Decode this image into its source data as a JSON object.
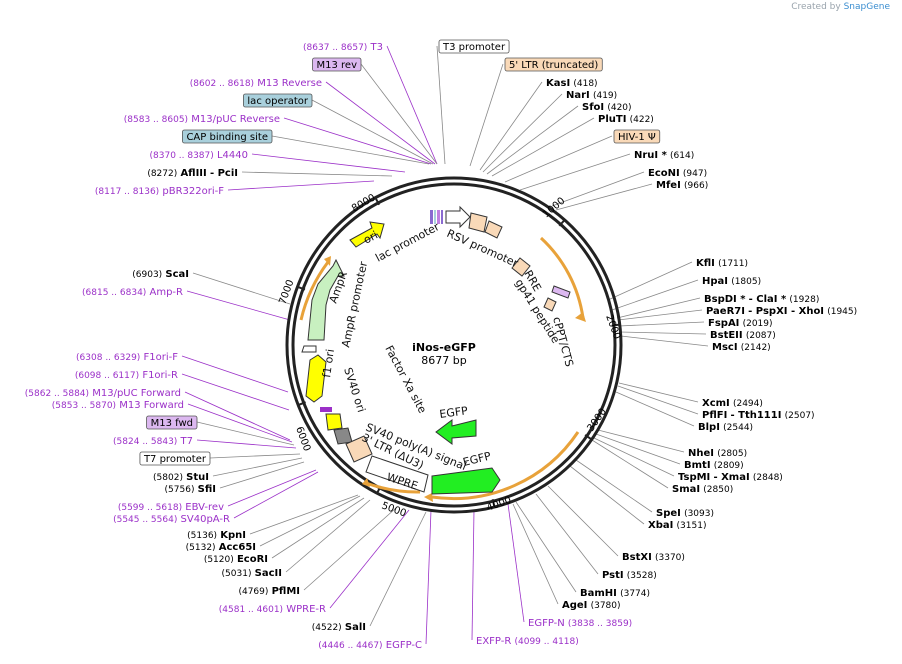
{
  "credit": {
    "prefix": "Created by",
    "brand": "SnapGene"
  },
  "map": {
    "name": "iNos-eGFP",
    "size_label": "8677 bp",
    "total_bp": 8677
  },
  "ticks": [
    "1000",
    "2000",
    "3000",
    "4000",
    "5000",
    "6000",
    "7000",
    "8000"
  ],
  "colors": {
    "primer": "#9b30c8",
    "enzyme": "#000000",
    "feature_orange": "#f9d9b8",
    "promoter": "#ffffff",
    "yellow": "#ffff00",
    "green": "#22ee22",
    "gold": "#e8a23a",
    "lightgreen": "#c8f0c0",
    "purple_box": "#dcb8f0",
    "blue_box": "#a9d0dc",
    "gray": "#888888"
  },
  "labels": [
    {
      "key": "T3",
      "name": "T3",
      "range": "(8637 .. 8657)",
      "type": "primer",
      "side": "right"
    },
    {
      "key": "M13rev",
      "name": "M13 rev",
      "type": "box-purple",
      "side": "right"
    },
    {
      "key": "M13Reverse",
      "name": "M13 Reverse",
      "range": "(8602 .. 8618)",
      "type": "primer",
      "side": "right"
    },
    {
      "key": "lacop",
      "name": "lac operator",
      "type": "box-blue",
      "side": "right"
    },
    {
      "key": "M13pUCRev",
      "name": "M13/pUC Reverse",
      "range": "(8583 .. 8605)",
      "type": "primer",
      "side": "right"
    },
    {
      "key": "CAP",
      "name": "CAP binding site",
      "type": "box-blue",
      "side": "right"
    },
    {
      "key": "L4440",
      "name": "L4440",
      "range": "(8370 .. 8387)",
      "type": "primer",
      "side": "right"
    },
    {
      "key": "AflIII",
      "name": "AflIII",
      "extra": "- PciI",
      "range": "(8272)",
      "type": "enzyme",
      "side": "right"
    },
    {
      "key": "pBR322",
      "name": "pBR322ori-F",
      "range": "(8117 .. 8136)",
      "type": "primer",
      "side": "right"
    },
    {
      "key": "T3prom",
      "name": "T3 promoter",
      "type": "box-white",
      "side": "left"
    },
    {
      "key": "LTR5",
      "name": "5' LTR (truncated)",
      "type": "box-orange",
      "side": "left"
    },
    {
      "key": "KasI",
      "name": "KasI",
      "range": "(418)",
      "type": "enzyme",
      "side": "left"
    },
    {
      "key": "NarI",
      "name": "NarI",
      "range": "(419)",
      "type": "enzyme",
      "side": "left"
    },
    {
      "key": "SfoI",
      "name": "SfoI",
      "range": "(420)",
      "type": "enzyme",
      "side": "left"
    },
    {
      "key": "PluTI",
      "name": "PluTI",
      "range": "(422)",
      "type": "enzyme",
      "side": "left"
    },
    {
      "key": "HIV",
      "name": "HIV-1 Ψ",
      "type": "box-orange",
      "side": "left"
    },
    {
      "key": "NruI",
      "name": "NruI *",
      "range": "(614)",
      "type": "enzyme",
      "side": "left"
    },
    {
      "key": "EcoNI",
      "name": "EcoNI",
      "range": "(947)",
      "type": "enzyme",
      "side": "left"
    },
    {
      "key": "MfeI",
      "name": "MfeI",
      "range": "(966)",
      "type": "enzyme",
      "side": "left"
    },
    {
      "key": "KflI",
      "name": "KflI",
      "range": "(1711)",
      "type": "enzyme",
      "side": "left"
    },
    {
      "key": "HpaI",
      "name": "HpaI",
      "range": "(1805)",
      "type": "enzyme",
      "side": "left"
    },
    {
      "key": "BspDI",
      "name": "BspDI *",
      "extra": "- ClaI *",
      "range": "(1928)",
      "type": "enzyme",
      "side": "left"
    },
    {
      "key": "PaeR7I",
      "name": "PaeR7I",
      "extra": "- PspXI   - XhoI",
      "range": "(1945)",
      "type": "enzyme",
      "side": "left"
    },
    {
      "key": "FspAI",
      "name": "FspAI",
      "range": "(2019)",
      "type": "enzyme",
      "side": "left"
    },
    {
      "key": "BstEII",
      "name": "BstEII",
      "range": "(2087)",
      "type": "enzyme",
      "side": "left"
    },
    {
      "key": "MscI",
      "name": "MscI",
      "range": "(2142)",
      "type": "enzyme",
      "side": "left"
    },
    {
      "key": "XcmI",
      "name": "XcmI",
      "range": "(2494)",
      "type": "enzyme",
      "side": "left"
    },
    {
      "key": "PflFI",
      "name": "PflFI",
      "extra": "- Tth111I",
      "range": "(2507)",
      "type": "enzyme",
      "side": "left"
    },
    {
      "key": "BlpI",
      "name": "BlpI",
      "range": "(2544)",
      "type": "enzyme",
      "side": "left"
    },
    {
      "key": "NheI",
      "name": "NheI",
      "range": "(2805)",
      "type": "enzyme",
      "side": "left"
    },
    {
      "key": "BmtI",
      "name": "BmtI",
      "range": "(2809)",
      "type": "enzyme",
      "side": "left"
    },
    {
      "key": "TspMI",
      "name": "TspMI",
      "extra": "- XmaI",
      "range": "(2848)",
      "type": "enzyme",
      "side": "left"
    },
    {
      "key": "SmaI",
      "name": "SmaI",
      "range": "(2850)",
      "type": "enzyme",
      "side": "left"
    },
    {
      "key": "SpeI",
      "name": "SpeI",
      "range": "(3093)",
      "type": "enzyme",
      "side": "left"
    },
    {
      "key": "XbaI",
      "name": "XbaI",
      "range": "(3151)",
      "type": "enzyme",
      "side": "left"
    },
    {
      "key": "BstXI",
      "name": "BstXI",
      "range": "(3370)",
      "type": "enzyme",
      "side": "left"
    },
    {
      "key": "PstI",
      "name": "PstI",
      "range": "(3528)",
      "type": "enzyme",
      "side": "left"
    },
    {
      "key": "BamHI",
      "name": "BamHI",
      "range": "(3774)",
      "type": "enzyme",
      "side": "left"
    },
    {
      "key": "AgeI",
      "name": "AgeI",
      "range": "(3780)",
      "type": "enzyme",
      "side": "left"
    },
    {
      "key": "EGFPN",
      "name": "EGFP-N",
      "range": "(3838 .. 3859)",
      "type": "primer",
      "side": "left"
    },
    {
      "key": "EXFPR",
      "name": "EXFP-R",
      "range": "(4099 .. 4118)",
      "type": "primer",
      "side": "left"
    },
    {
      "key": "EGFPC",
      "name": "EGFP-C",
      "range": "(4446 .. 4467)",
      "type": "primer",
      "side": "right"
    },
    {
      "key": "SalI",
      "name": "SalI",
      "range": "(4522)",
      "type": "enzyme",
      "side": "right"
    },
    {
      "key": "WPRER",
      "name": "WPRE-R",
      "range": "(4581 .. 4601)",
      "type": "primer",
      "side": "right"
    },
    {
      "key": "PflMI",
      "name": "PflMI",
      "range": "(4769)",
      "type": "enzyme",
      "side": "right"
    },
    {
      "key": "SacII",
      "name": "SacII",
      "range": "(5031)",
      "type": "enzyme",
      "side": "right"
    },
    {
      "key": "EcoRI",
      "name": "EcoRI",
      "range": "(5120)",
      "type": "enzyme",
      "side": "right"
    },
    {
      "key": "Acc65I",
      "name": "Acc65I",
      "range": "(5132)",
      "type": "enzyme",
      "side": "right"
    },
    {
      "key": "KpnI",
      "name": "KpnI",
      "range": "(5136)",
      "type": "enzyme",
      "side": "right"
    },
    {
      "key": "SV40pAR",
      "name": "SV40pA-R",
      "range": "(5545 .. 5564)",
      "type": "primer",
      "side": "right"
    },
    {
      "key": "EBVrev",
      "name": "EBV-rev",
      "range": "(5599 .. 5618)",
      "type": "primer",
      "side": "right"
    },
    {
      "key": "SfiI",
      "name": "SfiI",
      "range": "(5756)",
      "type": "enzyme",
      "side": "right"
    },
    {
      "key": "StuI",
      "name": "StuI",
      "range": "(5802)",
      "type": "enzyme",
      "side": "right"
    },
    {
      "key": "T7prom",
      "name": "T7 promoter",
      "type": "box-white",
      "side": "right"
    },
    {
      "key": "T7",
      "name": "T7",
      "range": "(5824 .. 5843)",
      "type": "primer",
      "side": "right"
    },
    {
      "key": "M13fwd",
      "name": "M13 fwd",
      "type": "box-purple",
      "side": "right"
    },
    {
      "key": "M13Forward",
      "name": "M13 Forward",
      "range": "(5853 .. 5870)",
      "type": "primer",
      "side": "right"
    },
    {
      "key": "M13pUCFwd",
      "name": "M13/pUC Forward",
      "range": "(5862 .. 5884)",
      "type": "primer",
      "side": "right"
    },
    {
      "key": "F1oriR",
      "name": "F1ori-R",
      "range": "(6098 .. 6117)",
      "type": "primer",
      "side": "right"
    },
    {
      "key": "F1oriF",
      "name": "F1ori-F",
      "range": "(6308 .. 6329)",
      "type": "primer",
      "side": "right"
    },
    {
      "key": "AmpR",
      "name": "Amp-R",
      "range": "(6815 .. 6834)",
      "type": "primer",
      "side": "right"
    },
    {
      "key": "ScaI",
      "name": "ScaI",
      "range": "(6903)",
      "type": "enzyme",
      "side": "right"
    }
  ],
  "inner_labels": {
    "lac_promoter": "lac promoter",
    "rsv_promoter": "RSV promoter",
    "ori": "ori",
    "ampr_promoter": "AmpR promoter",
    "ampr": "AmpR",
    "f1_ori": "f1 ori",
    "sv40_ori": "SV40 ori",
    "rre": "RRE",
    "gp41": "gp41 peptide",
    "cppt": "cPPT/CTS",
    "factor_xa": "Factor Xa site",
    "egfp1": "EGFP",
    "egfp2": "EGFP",
    "sv40_polya": "SV40 poly(A) signal",
    "ltr3": "3' LTR (ΔU3)",
    "wpre": "WPRE"
  }
}
